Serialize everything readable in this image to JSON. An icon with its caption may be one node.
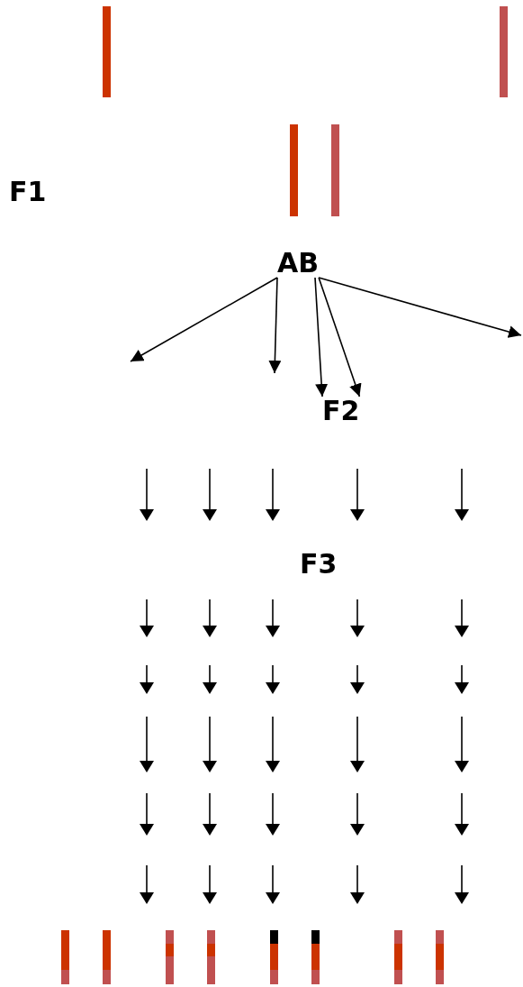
{
  "diagram": {
    "nodes": [
      {
        "text": [
          "F1"
        ]
      },
      {
        "text": [],
        "shape": "bar"
      },
      {
        "text": [],
        "shape": "bar"
      },
      {
        "text": [],
        "shape": "bar"
      },
      {
        "text": [],
        "shape": "bar"
      },
      {
        "text": [
          "AB"
        ]
      },
      {
        "text": [
          "F2"
        ]
      },
      {
        "text": [
          "F3"
        ]
      },
      {
        "text": [],
        "shape": "bar"
      },
      {
        "text": [],
        "shape": "bar"
      },
      {
        "text": [],
        "shape": "bar"
      },
      {
        "text": [],
        "shape": "bar"
      },
      {
        "text": [],
        "shape": "bar"
      },
      {
        "text": [],
        "shape": "bar"
      },
      {
        "text": [],
        "shape": "bar"
      },
      {
        "text": [],
        "shape": "bar"
      }
    ],
    "edges": [
      {
        "from": 5,
        "to": null,
        "arrow": "to"
      },
      {
        "from": 5,
        "to": null,
        "arrow": "to"
      },
      {
        "from": 5,
        "to": null,
        "arrow": "to"
      },
      {
        "from": 5,
        "to": 6,
        "arrow": "to"
      },
      {
        "from": 5,
        "to": 6,
        "arrow": "to"
      }
    ]
  }
}
